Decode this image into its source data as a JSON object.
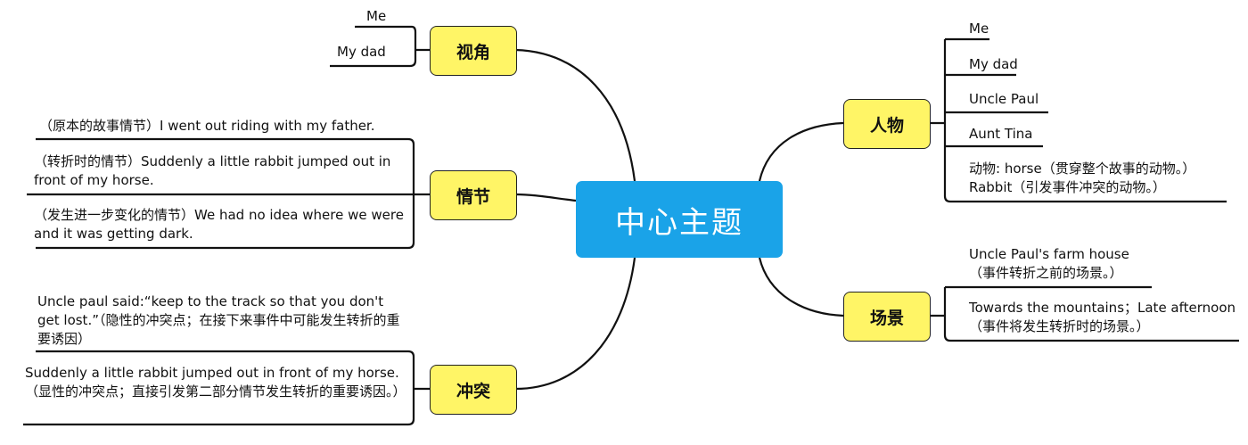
{
  "center": {
    "label": "中心主题"
  },
  "branches": {
    "perspective": {
      "label": "视角",
      "items": [
        "Me",
        "My dad"
      ]
    },
    "characters": {
      "label": "人物",
      "items": [
        "Me",
        "My dad",
        "Uncle Paul",
        "Aunt Tina"
      ],
      "animals_line1": "动物: horse（贯穿整个故事的动物。）",
      "animals_line2": "Rabbit（引发事件冲突的动物。）"
    },
    "plot": {
      "label": "情节",
      "item1": "（原本的故事情节）I went out riding with my father.",
      "item2": "（转折时的情节）Suddenly a little rabbit jumped out in front of my horse.",
      "item3": "（发生进一步变化的情节）We had no idea where we were and it was getting dark."
    },
    "setting": {
      "label": "场景",
      "item1_line1": "Uncle Paul's  farm house",
      "item1_line2": "（事件转折之前的场景。）",
      "item2_line1": "Towards the mountains；Late afternoon",
      "item2_line2": "（事件将发生转折时的场景。）"
    },
    "conflict": {
      "label": "冲突",
      "item1": "Uncle paul said:“keep to the track so that you don't get lost.”（隐性的冲突点；在接下来事件中可能发生转折的重要诱因）",
      "item2": "Suddenly a little rabbit jumped out in front of my horse.（显性的冲突点；直接引发第二部分情节发生转折的重要诱因。）"
    }
  }
}
